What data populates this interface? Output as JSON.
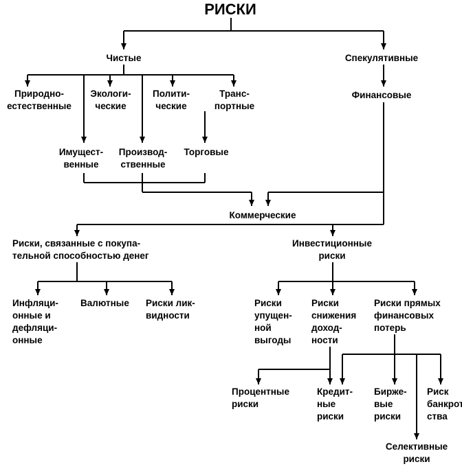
{
  "nodes": {
    "riski": "РИСКИ",
    "chistye": "Чистые",
    "spekulyativnye": "Спекулятивные",
    "prirodno": "Природно-\nестественные",
    "ekologicheskie": "Экологи-\nческие",
    "politicheskie": "Полити-\nческие",
    "transportnye": "Транс-\nпортные",
    "finansovye": "Финансовые",
    "imushchestvennye": "Имущест-\nвенные",
    "proizvodstvennye": "Производ-\nственные",
    "torgovye": "Торговые",
    "kommercheskie": "Коммерческие",
    "pokupatelnaya": "Риски, связанные с покупа-\nтельной способностью денег",
    "investitsionnye": "Инвестиционные\nриски",
    "inflyatsionnye": "Инфляци-\nонные и\nдефляци-\nонные",
    "valyutnye": "Валютные",
    "likvidnosti": "Риски лик-\nвидности",
    "upushchennoy": "Риски\nупущен-\nной\nвыгоды",
    "snizheniya": "Риски\nснижения\nдоход-\nности",
    "pryamykh": "Риски прямых\nфинансовых\nпотерь",
    "protsentnye": "Процентные\nриски",
    "kreditnye": "Кредит-\nные\nриски",
    "birzhevye": "Биржe-\nвые\nриски",
    "bankrotstva": "Риск\nбанкрот-\nства",
    "selektivnye": "Селективные\nриски"
  }
}
